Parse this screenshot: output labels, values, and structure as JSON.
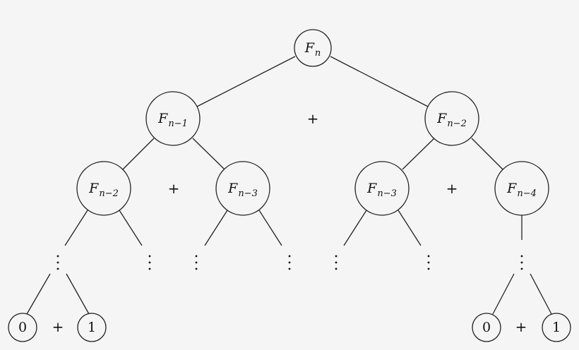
{
  "diagram": {
    "nodes": [
      {
        "id": "root",
        "base": "F",
        "sub": "n"
      },
      {
        "id": "l1a",
        "base": "F",
        "sub": "n−1"
      },
      {
        "id": "l1b",
        "base": "F",
        "sub": "n−2"
      },
      {
        "id": "l2a",
        "base": "F",
        "sub": "n−2"
      },
      {
        "id": "l2b",
        "base": "F",
        "sub": "n−3"
      },
      {
        "id": "l2c",
        "base": "F",
        "sub": "n−3"
      },
      {
        "id": "l2d",
        "base": "F",
        "sub": "n−4"
      },
      {
        "id": "leaf1",
        "base": "0",
        "sub": ""
      },
      {
        "id": "leaf2",
        "base": "1",
        "sub": ""
      },
      {
        "id": "leaf3",
        "base": "0",
        "sub": ""
      },
      {
        "id": "leaf4",
        "base": "1",
        "sub": ""
      }
    ],
    "plus_symbol": "+",
    "ellipsis_symbol": "⋮"
  }
}
